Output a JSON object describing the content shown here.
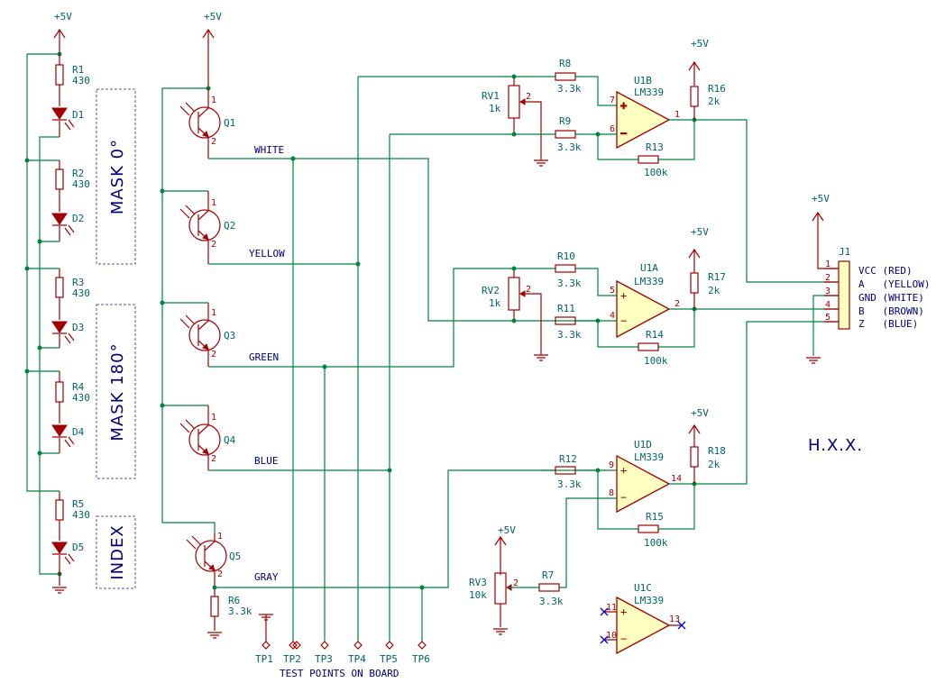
{
  "power": {
    "vcc_label": "+5V"
  },
  "resistors": {
    "R1": {
      "ref": "R1",
      "value": "430"
    },
    "R2": {
      "ref": "R2",
      "value": "430"
    },
    "R3": {
      "ref": "R3",
      "value": "430"
    },
    "R4": {
      "ref": "R4",
      "value": "430"
    },
    "R5": {
      "ref": "R5",
      "value": "430"
    },
    "R6": {
      "ref": "R6",
      "value": "3.3k"
    },
    "R7": {
      "ref": "R7",
      "value": "3.3k"
    },
    "R8": {
      "ref": "R8",
      "value": "3.3k"
    },
    "R9": {
      "ref": "R9",
      "value": "3.3k"
    },
    "R10": {
      "ref": "R10",
      "value": "3.3k"
    },
    "R11": {
      "ref": "R11",
      "value": "3.3k"
    },
    "R12": {
      "ref": "R12",
      "value": "3.3k"
    },
    "R13": {
      "ref": "R13",
      "value": "100k"
    },
    "R14": {
      "ref": "R14",
      "value": "100k"
    },
    "R15": {
      "ref": "R15",
      "value": "100k"
    },
    "R16": {
      "ref": "R16",
      "value": "2k"
    },
    "R17": {
      "ref": "R17",
      "value": "2k"
    },
    "R18": {
      "ref": "R18",
      "value": "2k"
    }
  },
  "pots": {
    "RV1": {
      "ref": "RV1",
      "value": "1k",
      "wiper_pin": "2"
    },
    "RV2": {
      "ref": "RV2",
      "value": "1k",
      "wiper_pin": "2"
    },
    "RV3": {
      "ref": "RV3",
      "value": "10k",
      "wiper_pin": "2"
    }
  },
  "diodes": [
    "D1",
    "D2",
    "D3",
    "D4",
    "D5"
  ],
  "transistors": [
    "Q1",
    "Q2",
    "Q3",
    "Q4",
    "Q5"
  ],
  "transistor_pins": {
    "collector": "1",
    "emitter": "2"
  },
  "masks": [
    "MASK 0°",
    "MASK 180°",
    "INDEX"
  ],
  "nets": [
    "WHITE",
    "YELLOW",
    "GREEN",
    "BLUE",
    "GRAY"
  ],
  "opamps": {
    "U1B": {
      "ref": "U1B",
      "part": "LM339",
      "in_plus": "7",
      "in_minus": "6",
      "out": "1"
    },
    "U1A": {
      "ref": "U1A",
      "part": "LM339",
      "in_plus": "5",
      "in_minus": "4",
      "out": "2"
    },
    "U1D": {
      "ref": "U1D",
      "part": "LM339",
      "in_plus": "9",
      "in_minus": "8",
      "out": "14"
    },
    "U1C": {
      "ref": "U1C",
      "part": "LM339",
      "in_plus": "11",
      "in_minus": "10",
      "out": "13"
    }
  },
  "connector": {
    "ref": "J1",
    "pins": [
      {
        "num": "1",
        "label": "VCC (RED)"
      },
      {
        "num": "2",
        "label": "A   (YELLOW)"
      },
      {
        "num": "3",
        "label": "GND (WHITE)"
      },
      {
        "num": "4",
        "label": "B   (BROWN)"
      },
      {
        "num": "5",
        "label": "Z   (BLUE)"
      }
    ]
  },
  "test_points": [
    "TP1",
    "TP2",
    "TP3",
    "TP4",
    "TP5",
    "TP6"
  ],
  "test_points_caption": "TEST POINTS ON BOARD",
  "signature": "H.X.X."
}
